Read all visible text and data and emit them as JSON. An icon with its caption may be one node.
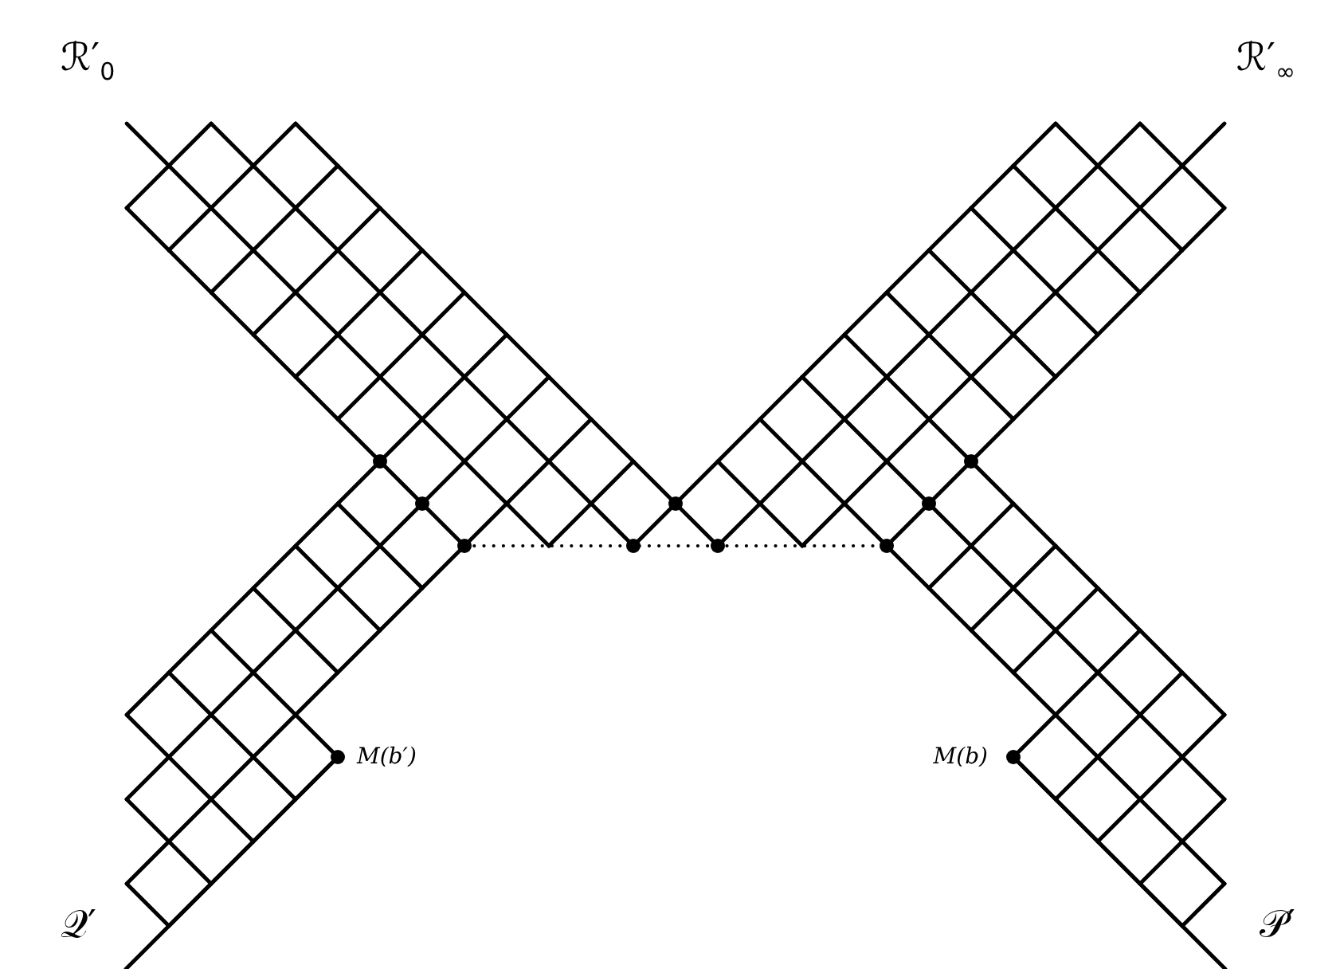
{
  "diagram": {
    "labels": [
      "ℛ′$_{0}$",
      "ℛ′$_{∞}$",
      "M(b′)",
      "M(b)",
      "𝒬′",
      "𝒫′"
    ]
  }
}
